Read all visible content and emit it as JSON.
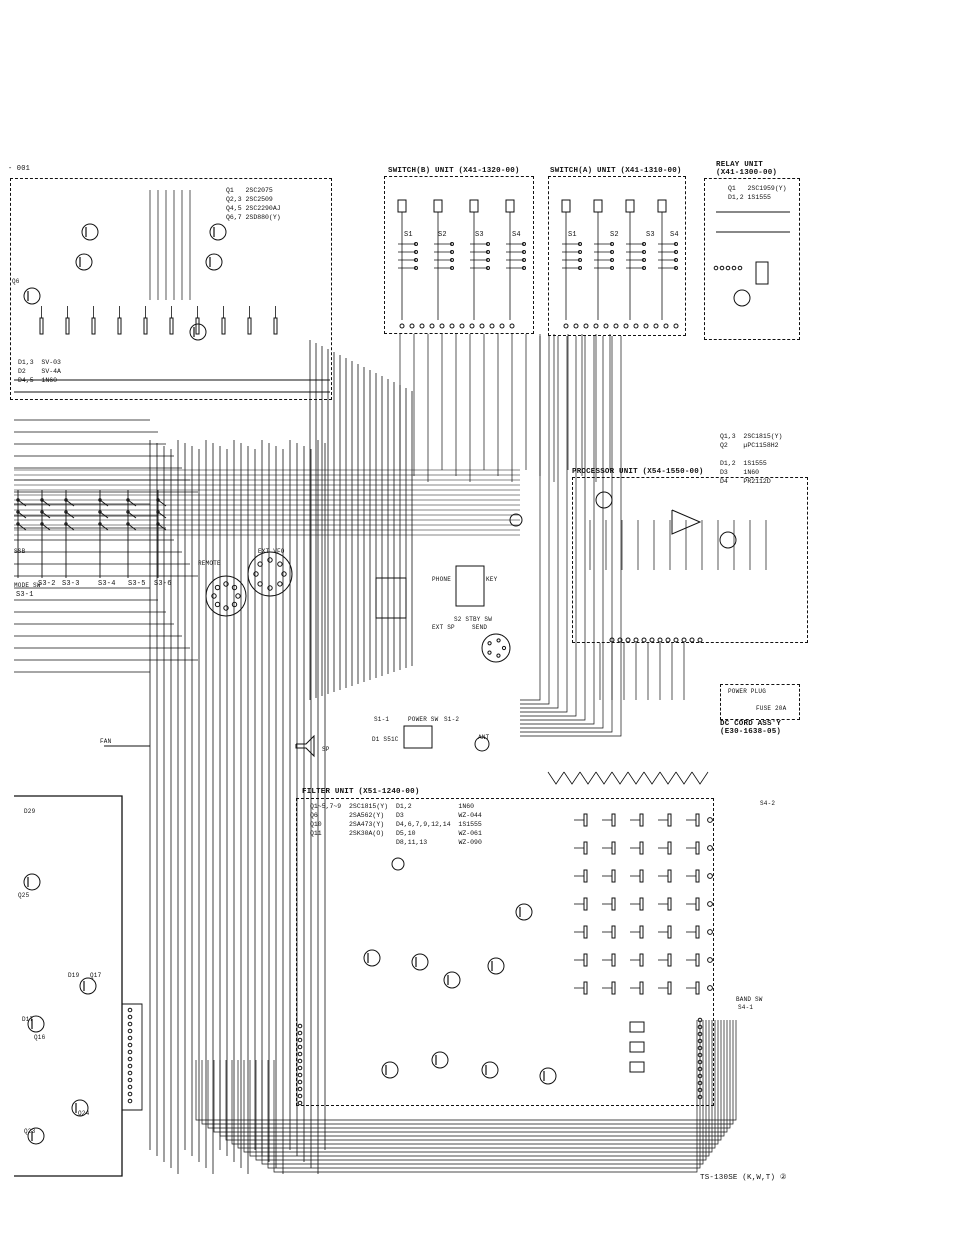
{
  "header_tag": "- 001",
  "units": {
    "switch_b": {
      "title": "SWITCH(B) UNIT (X41-1320-00)",
      "switches": [
        "S1",
        "S2",
        "S3",
        "S4"
      ]
    },
    "switch_a": {
      "title": "SWITCH(A) UNIT (X41-1310-00)",
      "switches": [
        "S1",
        "S2",
        "S3",
        "S4"
      ]
    },
    "relay": {
      "title_line1": "RELAY UNIT",
      "title_line2": "(X41-1300-00)",
      "parts": [
        {
          "ref": "Q1",
          "val": "2SC1959(Y)"
        },
        {
          "ref": "D1,2",
          "val": "1S1555"
        }
      ]
    },
    "processor": {
      "title": "PROCESSOR UNIT (X54-1550-00)",
      "parts": [
        {
          "ref": "Q1,3",
          "val": "2SC1815(Y)"
        },
        {
          "ref": "Q2",
          "val": "µPC1158H2"
        },
        {
          "ref": "D1,2",
          "val": "1S1555"
        },
        {
          "ref": "D3",
          "val": "1N60"
        },
        {
          "ref": "D4",
          "val": "PR2112D"
        }
      ]
    },
    "rf_unit": {
      "parts": [
        {
          "ref": "Q1",
          "val": "2SC2075"
        },
        {
          "ref": "Q2,3",
          "val": "2SC2509"
        },
        {
          "ref": "Q4,5",
          "val": "2SC2290AJ"
        },
        {
          "ref": "Q6,7",
          "val": "2SD880(Y)"
        }
      ],
      "diodes": [
        {
          "ref": "D1,3",
          "val": "SV-03"
        },
        {
          "ref": "D2",
          "val": "SV-4A"
        },
        {
          "ref": "D4,5",
          "val": "1N60"
        }
      ]
    },
    "filter": {
      "title": "FILTER UNIT (X51-1240-00)",
      "parts_left": [
        {
          "ref": "Q1~5,7~9",
          "val": "2SC1815(Y)"
        },
        {
          "ref": "Q6",
          "val": "2SA562(Y)"
        },
        {
          "ref": "Q10",
          "val": "2SA473(Y)"
        },
        {
          "ref": "Q11",
          "val": "2SK30A(O)"
        }
      ],
      "parts_right": [
        {
          "ref": "D1,2",
          "val": "1N60"
        },
        {
          "ref": "D3",
          "val": "WZ-044"
        },
        {
          "ref": "D4,6,7,9,12,14",
          "val": "1S1555"
        },
        {
          "ref": "D5,10",
          "val": "WZ-061"
        },
        {
          "ref": "D8,11,13",
          "val": "WZ-090"
        }
      ]
    },
    "dc_cord": {
      "title_line1": "DC CORD ASS'Y",
      "title_line2": "(E30-1638-05)",
      "labels": [
        "POWER PLUG",
        "FUSE 20A"
      ]
    }
  },
  "labels": {
    "mode_sw": "MODE SW",
    "ssb": "SSB",
    "mode_switches": [
      "S3-1",
      "S3-2",
      "S3-3",
      "S3-4",
      "S3-5",
      "S3-6"
    ],
    "remote": "REMOTE",
    "ext_vfo": "EXT VFO",
    "phone": "PHONE",
    "key": "KEY",
    "ext_sp": "EXT SP",
    "stby_sw": "S2 STBY SW",
    "send": "SEND",
    "power_sw": "POWER SW",
    "s1_1": "S1-1",
    "s1_2": "S1-2",
    "d1_power": "D1 S51C",
    "fan": "FAN",
    "sp": "SP",
    "ant": "ANT",
    "band_sw": "BAND SW",
    "s4_1": "S4-1",
    "s4_2": "S4-2",
    "left_refs": [
      "Q6",
      "Q25",
      "D29",
      "D19",
      "Q17",
      "Q16",
      "D17",
      "Q23",
      "Q24"
    ],
    "footer": "TS-130SE (K,W,T) ②"
  }
}
